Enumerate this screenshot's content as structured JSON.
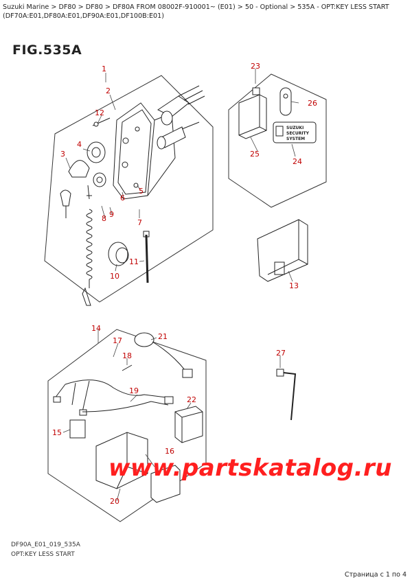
{
  "breadcrumb": "Suzuki Marine > DF80 > DF80 > DF80A FROM 08002F-910001~ (E01) > 50 - Optional > 535A - OPT:KEY LESS START (DF70A:E01,DF80A:E01,DF90A:E01,DF100B:E01)",
  "fig_title": "FIG.535A",
  "callouts": {
    "c1": "1",
    "c2": "2",
    "c3": "3",
    "c4": "4",
    "c5": "5",
    "c6": "6",
    "c7": "7",
    "c8": "8",
    "c9": "9",
    "c10": "10",
    "c11": "11",
    "c12": "12",
    "c13": "13",
    "c14": "14",
    "c15": "15",
    "c16": "16",
    "c17": "17",
    "c18": "18",
    "c19": "19",
    "c20": "20",
    "c21": "21",
    "c22": "22",
    "c23": "23",
    "c24": "24",
    "c25": "25",
    "c26": "26",
    "c27": "27"
  },
  "sticker_lines": [
    "SUZUKI",
    "SECURITY",
    "SYSTEM"
  ],
  "footer_code": "DF90A_E01_019_535A",
  "footer_caption": "OPT:KEY LESS START",
  "pager": "Страница с 1 по 4",
  "watermark": "www.partskatalog.ru",
  "colors": {
    "callout": "#c00000",
    "watermark": "#ff1f1f",
    "line": "#222222"
  }
}
